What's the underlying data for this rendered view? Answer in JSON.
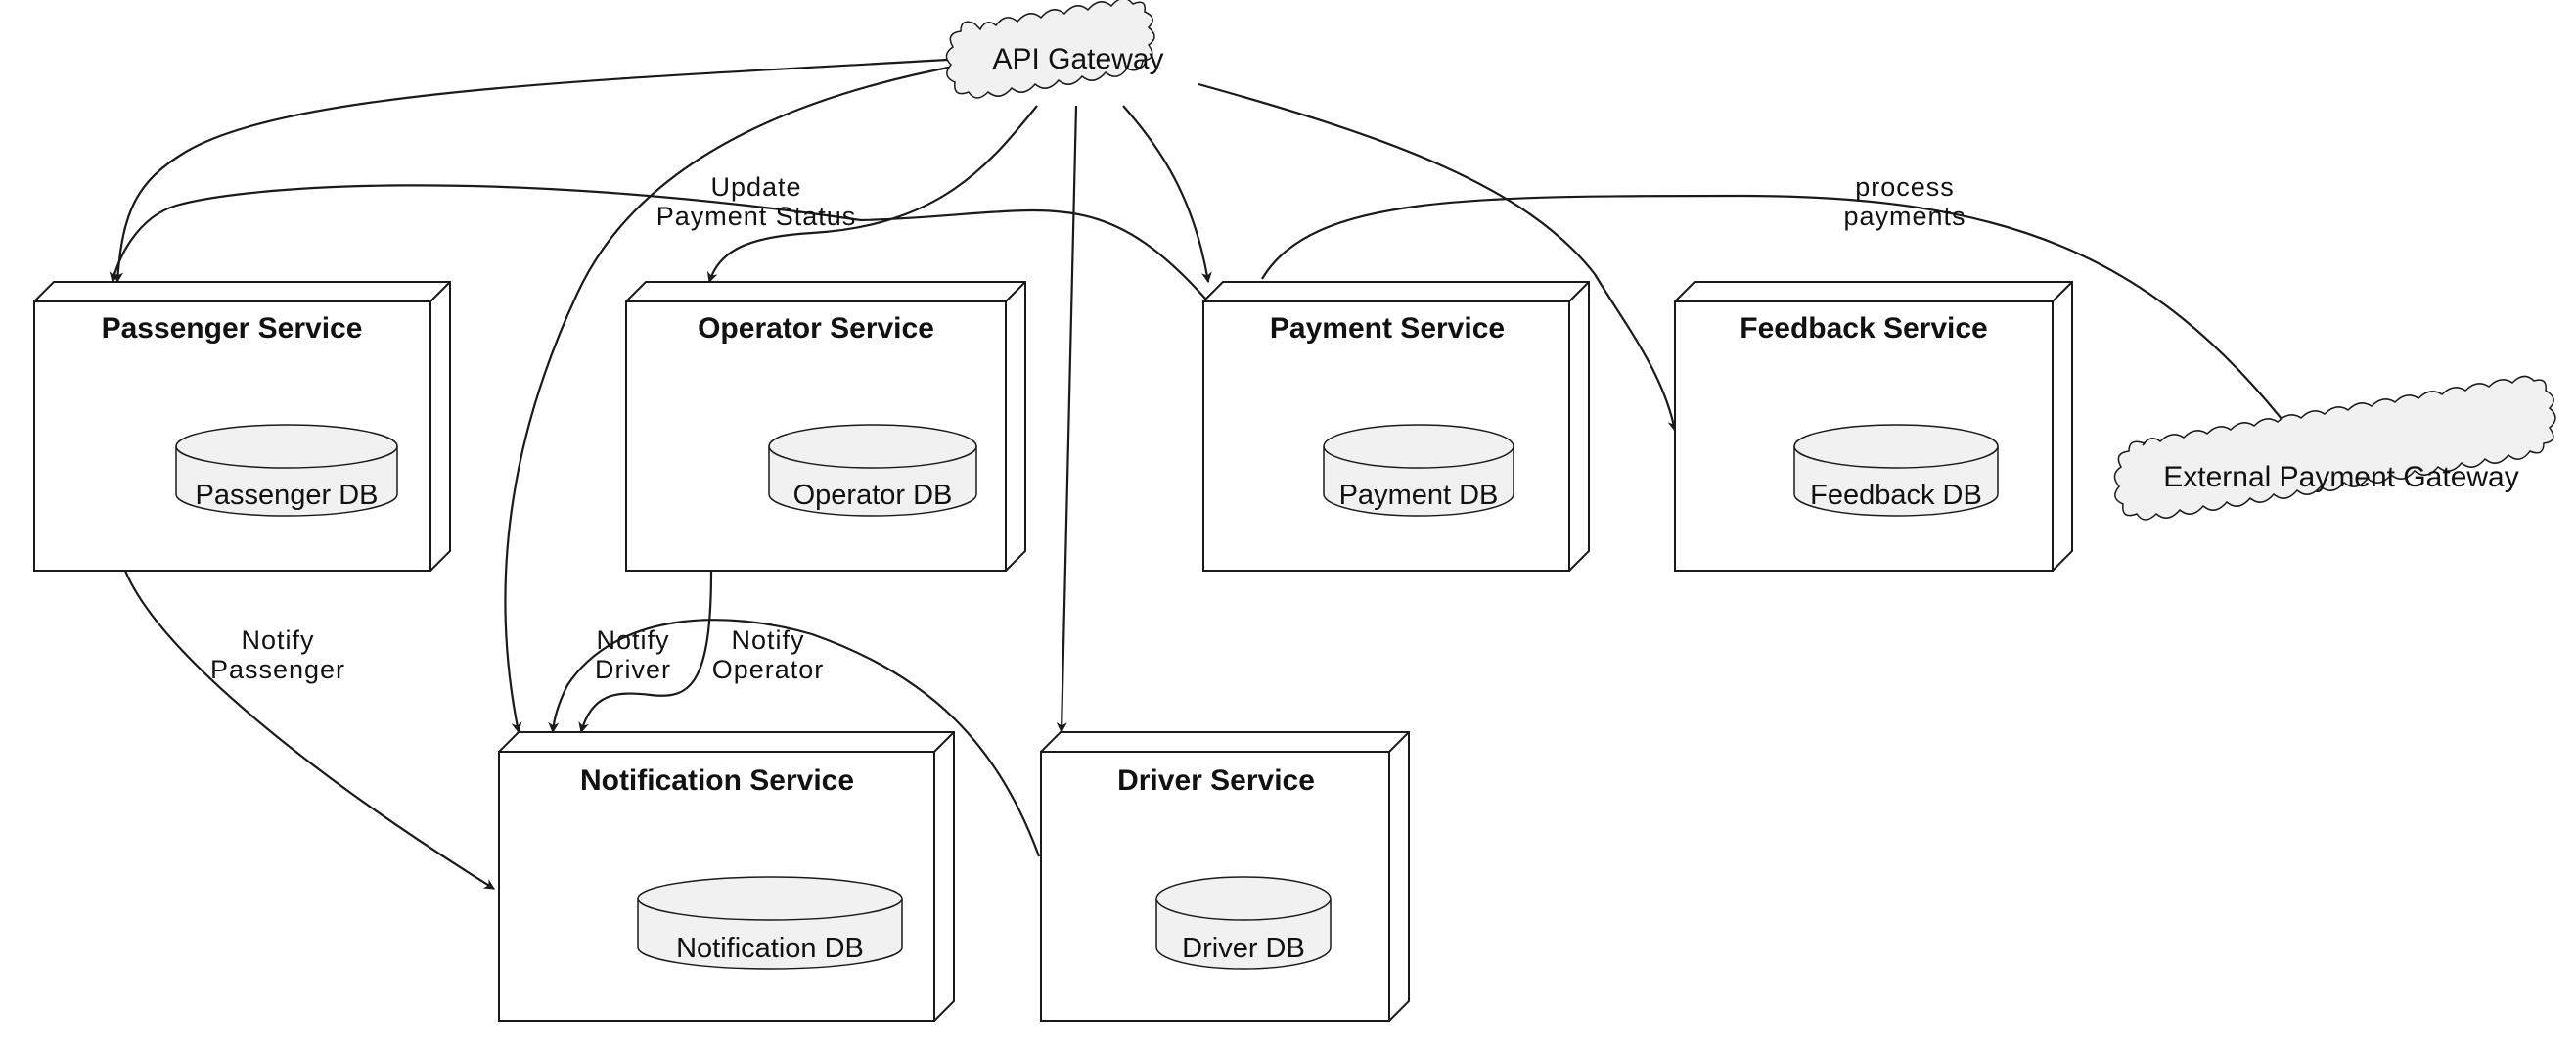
{
  "diagram": {
    "clouds": {
      "api_gateway": "API Gateway",
      "external_payment_gateway": "External Payment Gateway"
    },
    "nodes": {
      "passenger": {
        "title": "Passenger Service",
        "db": "Passenger DB"
      },
      "operator": {
        "title": "Operator Service",
        "db": "Operator DB"
      },
      "payment": {
        "title": "Payment Service",
        "db": "Payment DB"
      },
      "feedback": {
        "title": "Feedback Service",
        "db": "Feedback DB"
      },
      "notification": {
        "title": "Notification Service",
        "db": "Notification DB"
      },
      "driver": {
        "title": "Driver Service",
        "db": "Driver DB"
      }
    },
    "edge_labels": {
      "update_payment_status": [
        "Update",
        "Payment Status"
      ],
      "process_payments": [
        "process",
        "payments"
      ],
      "notify_passenger": [
        "Notify",
        "Passenger"
      ],
      "notify_driver": [
        "Notify",
        "Driver"
      ],
      "notify_operator": [
        "Notify",
        "Operator"
      ]
    },
    "colors": {
      "line": "#1a1a1a",
      "cloud_fill": "#f1f1f1",
      "db_fill": "#f1f1f1",
      "node_fill": "#ffffff"
    }
  }
}
